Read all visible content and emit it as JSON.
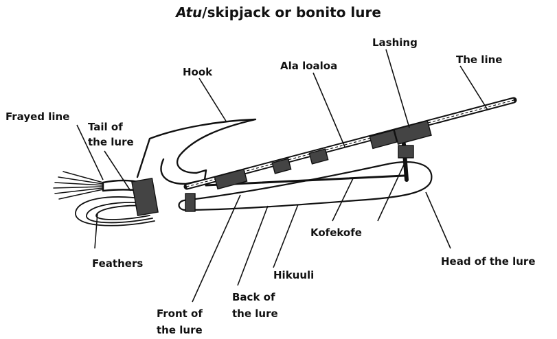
{
  "title": {
    "italic_part": "Atu",
    "rest": "/skipjack or bonito lure"
  },
  "labels": {
    "frayed_line": "Frayed line",
    "tail_of_the_lure_1": "Tail of",
    "tail_of_the_lure_2": "the lure",
    "hook": "Hook",
    "ala_loaloa": "Ala loaloa",
    "lashing": "Lashing",
    "the_line": "The line",
    "feathers": "Feathers",
    "front_of_the_lure_1": "Front of",
    "front_of_the_lure_2": "the lure",
    "back_of_the_lure_1": "Back of",
    "back_of_the_lure_2": "the lure",
    "hikuuli": "Hikuuli",
    "kofekofe": "Kofekofe",
    "head_of_the_lure": "Head of the lure"
  }
}
